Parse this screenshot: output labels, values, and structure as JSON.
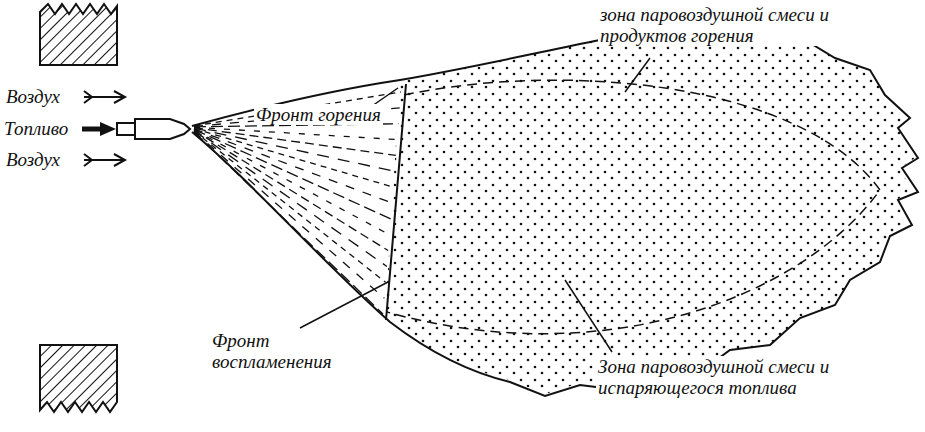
{
  "diagram": {
    "labels": [
      "зона паровоздушной смеси и продуктов горения",
      "Фронт горения",
      "Воздух",
      "Топливо",
      "Воздух",
      "Фронт воспламенения",
      "Зона паровоздушной смеси и испаряющегося топлива"
    ]
  }
}
